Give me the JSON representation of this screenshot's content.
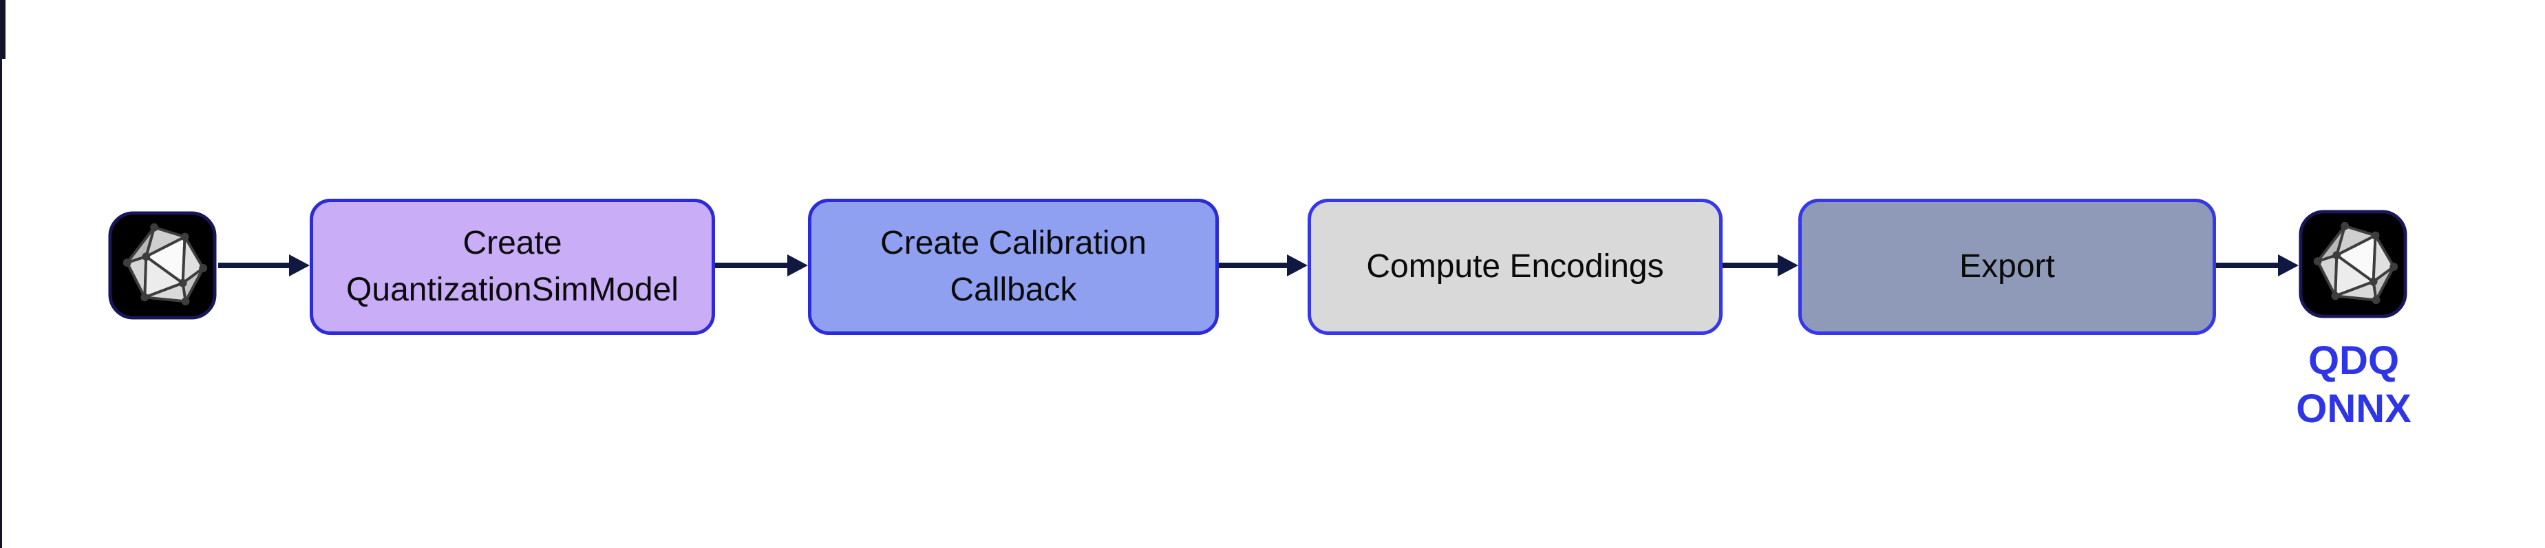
{
  "flow": {
    "steps": [
      {
        "label": "Create\nQuantizationSimModel",
        "fill_color": "#c9adf7",
        "border_color": "#2b2bd9"
      },
      {
        "label": "Create Calibration\nCallback",
        "fill_color": "#8fa0f0",
        "border_color": "#2b2bd9"
      },
      {
        "label": "Compute Encodings",
        "fill_color": "#d9d9d9",
        "border_color": "#3636ea"
      },
      {
        "label": "Export",
        "fill_color": "#8f9ab8",
        "border_color": "#3636ea"
      }
    ],
    "output_caption": {
      "line1": "QDQ",
      "line2": "ONNX"
    }
  },
  "theme": {
    "page_bg": "#ffffff",
    "arrow": "#0e1840",
    "caption": "#2e35e6",
    "icon_bg": "#000000",
    "icon_border": "#161659",
    "edge_bar": "#13132b"
  }
}
